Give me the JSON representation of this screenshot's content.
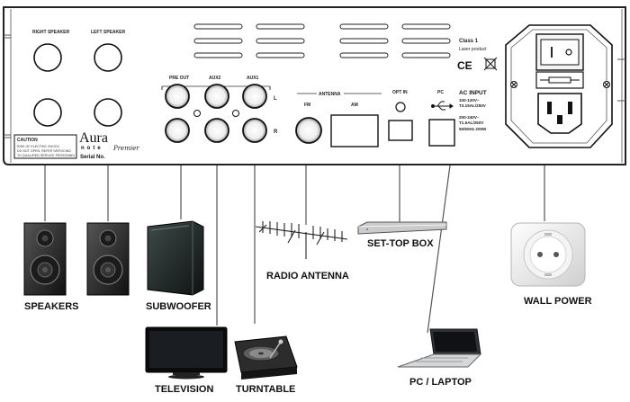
{
  "panel": {
    "ports": {
      "right_speaker": "RIGHT SPEAKER",
      "left_speaker": "LEFT SPEAKER",
      "pre_out": "PRE OUT",
      "aux2": "AUX2",
      "aux1": "AUX1",
      "side_l": "L",
      "side_r": "R",
      "antenna": "ANTENNA",
      "fm": "FM",
      "am": "AM",
      "opt_in": "OPT IN",
      "pc": "PC",
      "class": "Class 1",
      "laser": "Laser product",
      "ce": "CE",
      "ac_input": "AC INPUT",
      "ac_line1": "100-120V~",
      "ac_line2": "T3.15AL/250V",
      "ac_line3": "200-240V~",
      "ac_line4": "T1.6AL/250V",
      "ac_line5": "50/60Hz 200W"
    },
    "caution": {
      "title": "CAUTION",
      "line1": "RISK OF ELECTRIC SHOCK",
      "line2": "DO NOT OPEN. REFER SERVICING",
      "line3": "TO QUALIFIED SERVICE PERSONNEL"
    },
    "brand": {
      "logo": "Aura",
      "sub": "note",
      "script": "Premier",
      "serial": "Serial No."
    }
  },
  "devices": {
    "speakers": "SPEAKERS",
    "subwoofer": "SUBWOOFER",
    "television": "TELEVISION",
    "turntable": "TURNTABLE",
    "radio_antenna": "RADIO ANTENNA",
    "set_top_box": "SET-TOP BOX",
    "pc_laptop": "PC / LAPTOP",
    "wall_power": "WALL POWER"
  },
  "colors": {
    "panel_border": "#222222",
    "wire": "#555555",
    "label": "#111111"
  }
}
